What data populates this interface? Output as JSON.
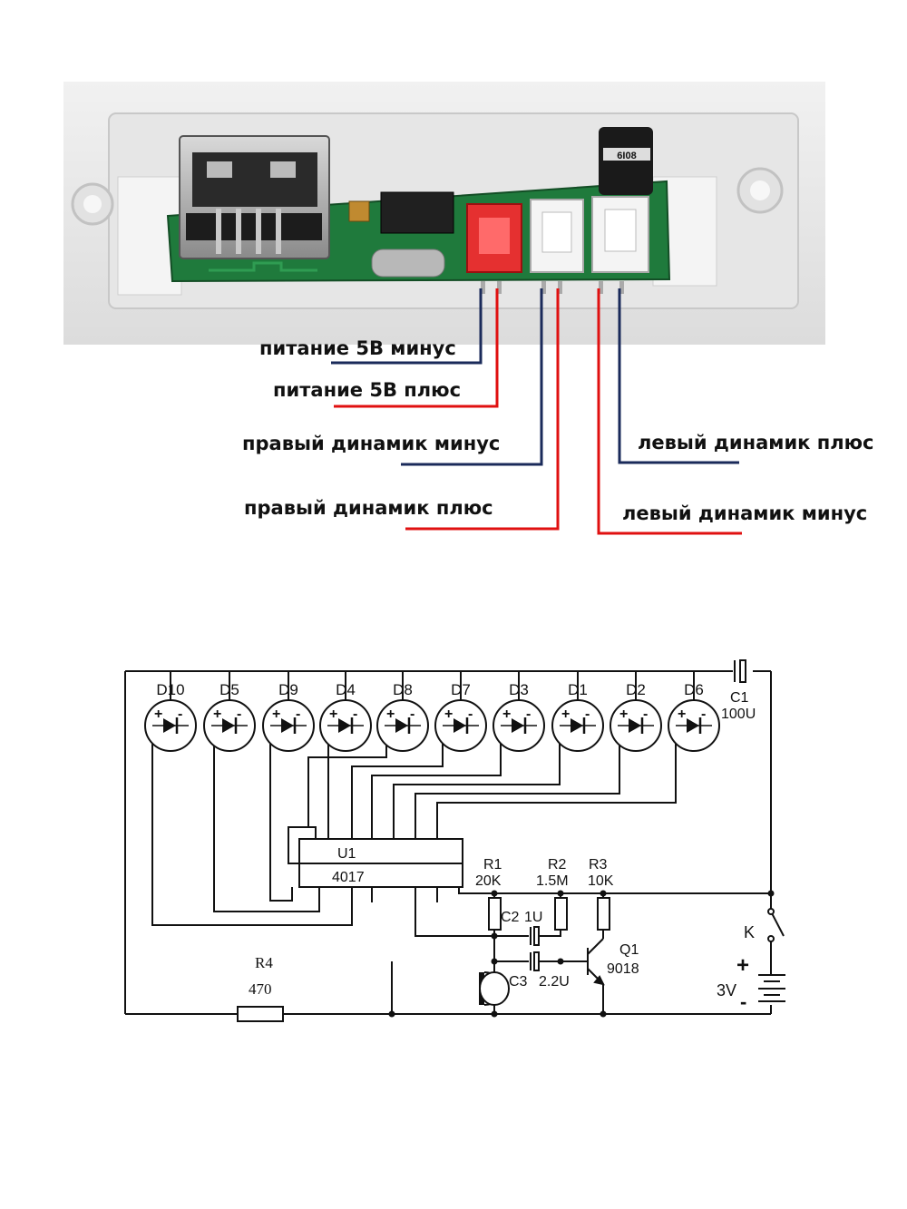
{
  "board_photo": {
    "chip_marking": "6I08",
    "pin_labels": [
      {
        "text": "питание 5В минус",
        "color": "#1a2a5a"
      },
      {
        "text": "питание 5В плюс",
        "color": "#e01010"
      },
      {
        "text": "правый динамик минус",
        "color": "#1a2a5a"
      },
      {
        "text": "правый динамик плюс",
        "color": "#e01010"
      },
      {
        "text": "левый динамик плюс",
        "color": "#1a2a5a"
      },
      {
        "text": "левый динамик минус",
        "color": "#e01010"
      }
    ]
  },
  "schematic": {
    "leds": [
      "D10",
      "D5",
      "D9",
      "D4",
      "D8",
      "D7",
      "D3",
      "D1",
      "D2",
      "D6"
    ],
    "ic": {
      "ref": "U1",
      "part": "4017"
    },
    "c1": {
      "ref": "C1",
      "value": "100U"
    },
    "r1": {
      "ref": "R1",
      "value": "20K"
    },
    "r2": {
      "ref": "R2",
      "value": "1.5M"
    },
    "r3": {
      "ref": "R3",
      "value": "10K"
    },
    "r4": {
      "ref": "R4",
      "value": "470"
    },
    "c2": {
      "ref": "C2",
      "value": "1U"
    },
    "c3": {
      "ref": "C3",
      "value": "2.2U"
    },
    "q1": {
      "ref": "Q1",
      "part": "9018"
    },
    "switch": {
      "ref": "K"
    },
    "battery": {
      "plus": "+",
      "minus": "-",
      "voltage": "3V"
    },
    "led_polarity": {
      "plus": "+",
      "minus": "-"
    }
  }
}
